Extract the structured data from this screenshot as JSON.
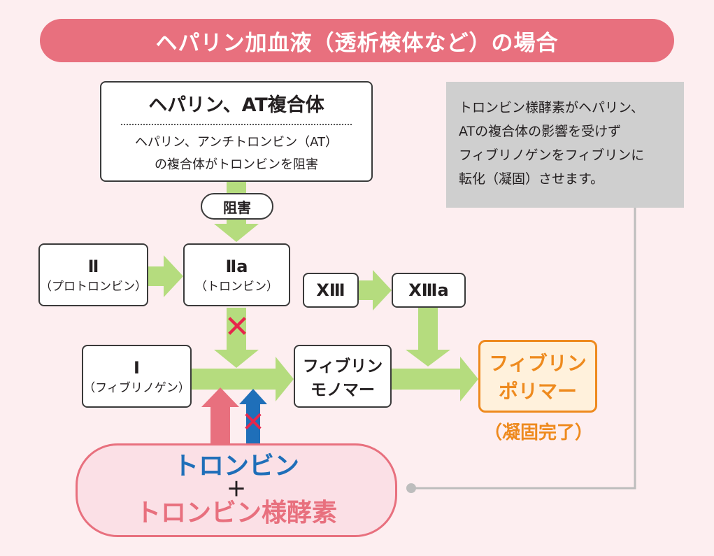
{
  "title": "ヘパリン加血液（透析検体など）の場合",
  "heparin_at_box": {
    "heading": "ヘパリン、AT複合体",
    "desc_line1": "ヘパリン、アンチトロンビン（AT）",
    "desc_line2": "の複合体がトロンビンを阻害"
  },
  "inhibit_label": "阻害",
  "note": {
    "line1": "トロンビン様酵素がヘパリン、",
    "line2": "ATの複合体の影響を受けず",
    "line3": "フィブリノゲンをフィブリンに",
    "line4": "転化（凝固）させます。"
  },
  "factor_II": {
    "roman": "Ⅱ",
    "name": "（プロトロンビン）"
  },
  "factor_IIa": {
    "roman": "Ⅱa",
    "name": "（トロンビン）"
  },
  "factor_XIII": {
    "roman": "XⅢ"
  },
  "factor_XIIIa": {
    "roman": "XⅢa"
  },
  "factor_I": {
    "roman": "Ⅰ",
    "name": "（フィブリノゲン）"
  },
  "fibrin_monomer": {
    "line1": "フィブリン",
    "line2": "モノマー"
  },
  "fibrin_polymer": {
    "line1": "フィブリン",
    "line2": "ポリマー"
  },
  "clot_complete": "（凝固完了）",
  "bottom": {
    "thrombin": "トロンビン",
    "plus": "＋",
    "thrombin_like": "トロンビン様酵素"
  },
  "colors": {
    "green_arrow": "#b5dc7e",
    "pink": "#e8707e",
    "blue": "#1f6fb9",
    "red_x": "#e6264b",
    "orange": "#ee8a1e",
    "gray_line": "#bdbdbd"
  }
}
